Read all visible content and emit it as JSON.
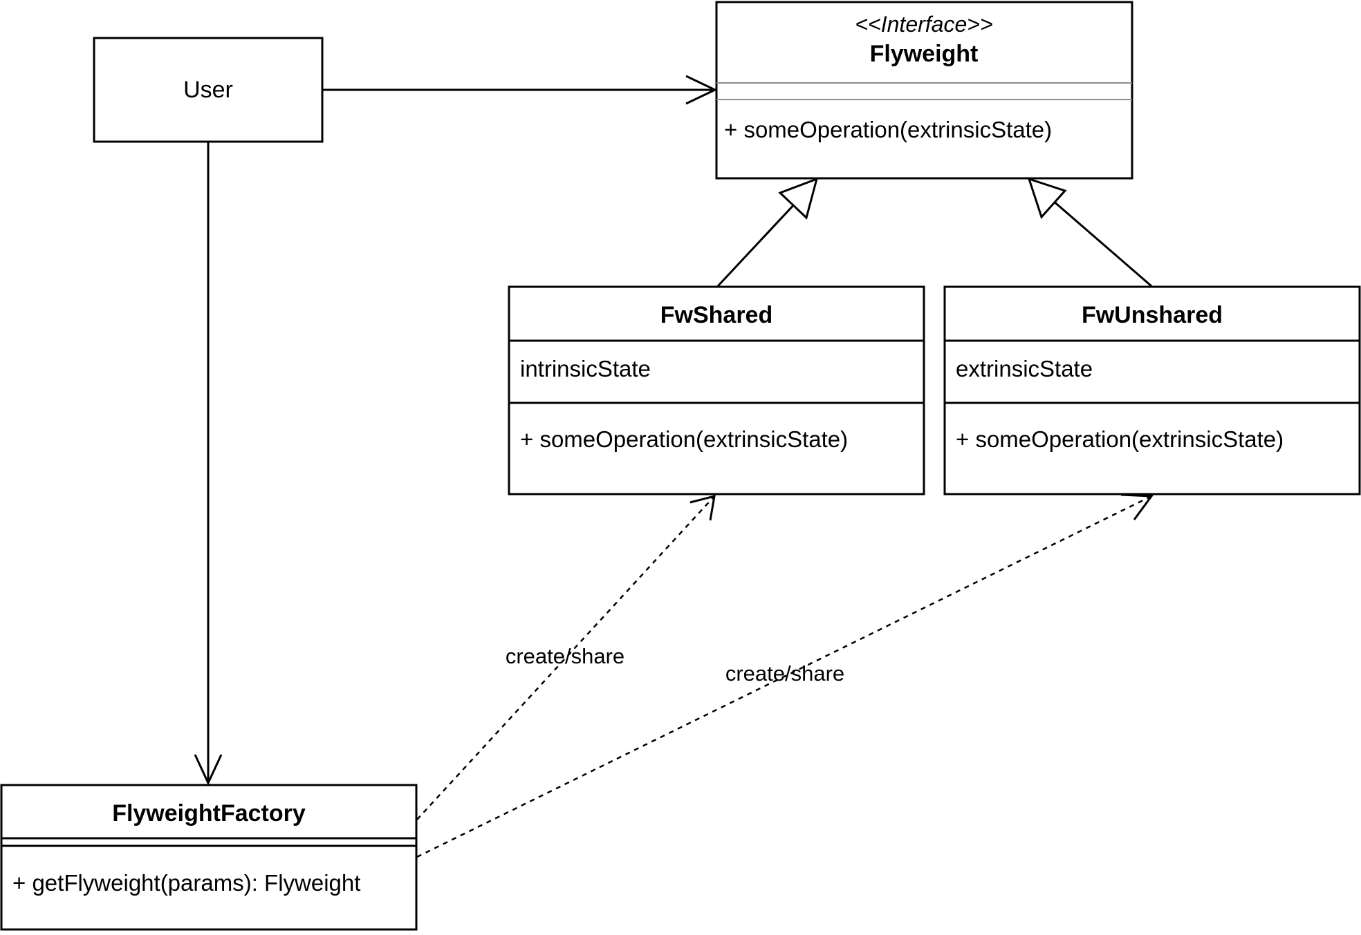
{
  "diagram": {
    "user": {
      "label": "User"
    },
    "flyweight": {
      "stereotype": "<<Interface>>",
      "name": "Flyweight",
      "operation": "+ someOperation(extrinsicState)"
    },
    "fw_shared": {
      "name": "FwShared",
      "attribute": "intrinsicState",
      "operation": "+ someOperation(extrinsicState)"
    },
    "fw_unshared": {
      "name": "FwUnshared",
      "attribute": "extrinsicState",
      "operation": "+ someOperation(extrinsicState)"
    },
    "factory": {
      "name": "FlyweightFactory",
      "operation": "+ getFlyweight(params): Flyweight"
    },
    "edges": {
      "factory_to_shared_label": "create/share",
      "factory_to_unshared_label": "create/share"
    }
  }
}
